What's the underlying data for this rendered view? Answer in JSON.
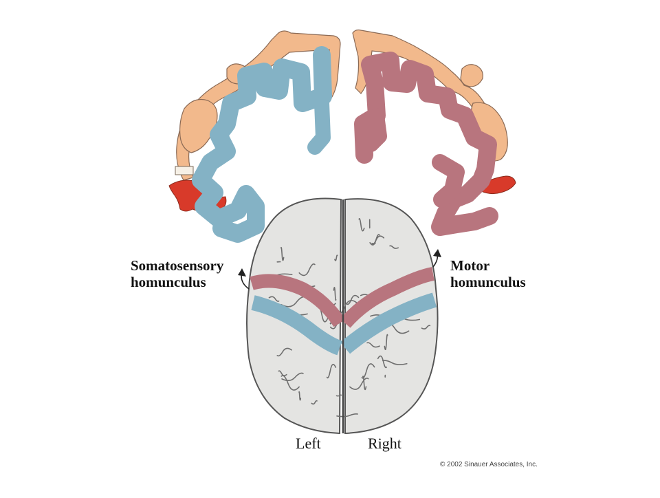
{
  "labels": {
    "somatosensory_line1": "Somatosensory",
    "somatosensory_line2": "homunculus",
    "motor_line1": "Motor",
    "motor_line2": "homunculus",
    "left": "Left",
    "right": "Right"
  },
  "credit": "© 2002 Sinauer Associates, Inc.",
  "colors": {
    "somatosensory_strip": "#84b2c5",
    "motor_strip": "#b8757e",
    "body_figure": "#f2b98c",
    "tongue": "#d83a2a",
    "brain": "#e4e4e2"
  }
}
